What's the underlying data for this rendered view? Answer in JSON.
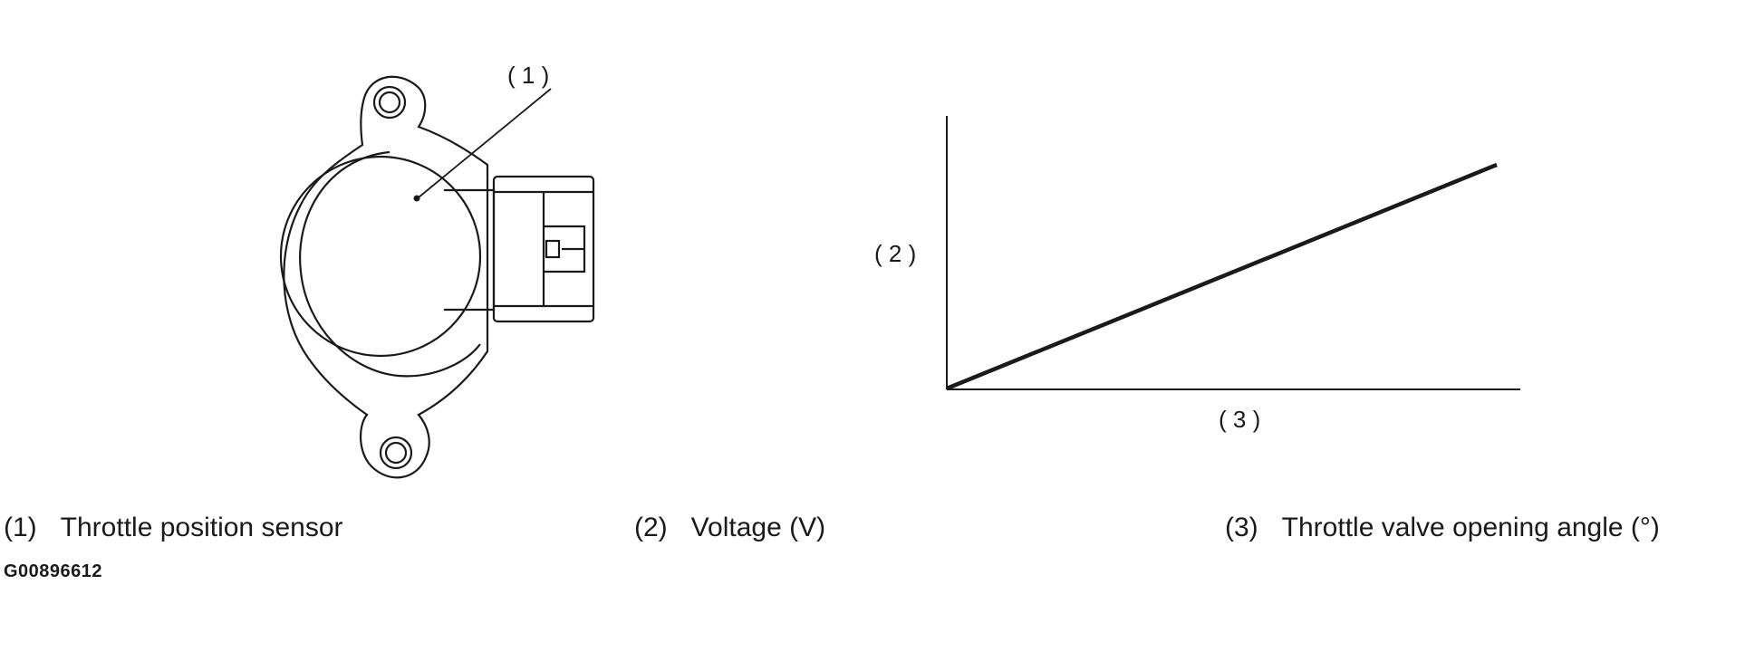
{
  "diagram": {
    "sensor_callout": "( 1 )",
    "voltage_axis_callout": "( 2 )",
    "angle_axis_callout": "( 3 )"
  },
  "legend": [
    {
      "number": "(1)",
      "label": "Throttle position sensor"
    },
    {
      "number": "(2)",
      "label": "Voltage (V)"
    },
    {
      "number": "(3)",
      "label": "Throttle valve opening angle (°)"
    }
  ],
  "figure_id": "G00896612"
}
